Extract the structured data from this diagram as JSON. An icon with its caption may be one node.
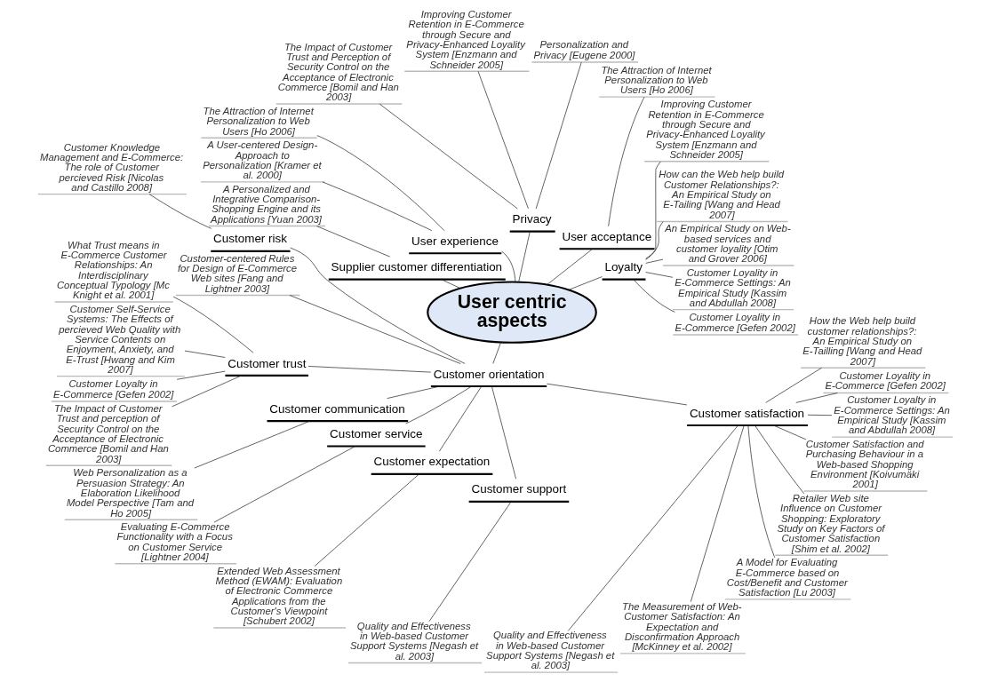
{
  "diagram": {
    "nodes": [
      {
        "text": [
          "User centric aspects"
        ]
      },
      {
        "text": [
          "Loyalty"
        ]
      },
      {
        "text": [
          "Customer Loyality in E-Commerce [Gefen 2002]"
        ]
      },
      {
        "text": [
          "Customer Loyality in E-Commerce Settings: An Empirical Study [Kassim and Abdullah 2008]"
        ]
      },
      {
        "text": [
          "An Empirical Study on Web-based services and customer loyality [Otim and Grover 2006]"
        ]
      },
      {
        "text": [
          "How can the Web help build Customer Relationships?: An Empirical Study on E-Tailing [Wang and Head 2007]"
        ]
      },
      {
        "text": [
          "Improving Customer Retention in E-Commerce through Secure and Privacy-Enhanced Loyality System [Enzmann and Schneider 2005]"
        ]
      },
      {
        "text": [
          "User acceptance"
        ]
      },
      {
        "text": [
          "The Attraction of Internet Personalization to Web Users [Ho 2006]"
        ]
      },
      {
        "text": [
          "Privacy"
        ]
      },
      {
        "text": [
          "Personalization and Privacy [Eugene 2000]"
        ]
      },
      {
        "text": [
          "Improving Customer Retention in E-Commerce through Secure and Privacy-Enhanced Loyality System [Enzmann and Schneider 2005]"
        ]
      },
      {
        "text": [
          "The Impact of Customer Trust and Perception of Security Control on the Acceptance of Electronic Commerce [Bomil and Han 2003]"
        ]
      },
      {
        "text": [
          "User experience"
        ]
      },
      {
        "text": [
          "The Attraction of Internet Personalization to Web Users [Ho 2006]"
        ]
      },
      {
        "text": [
          "A User-centered Design-Approach to Personalization [Kramer et al. 2000]"
        ]
      },
      {
        "text": [
          "Supplier customer differentiation"
        ]
      },
      {
        "text": [
          "A Personalized and Integrative Comparison-Shopping Engine and its Applications [Yuan 2003]"
        ]
      },
      {
        "text": [
          "Customer orientation"
        ]
      },
      {
        "text": [
          "Customer risk"
        ]
      },
      {
        "text": [
          "Customer Knowledge Management and E-Commerce: The role of Customer percieved Risk [Nicolas and Castillo 2008]"
        ]
      },
      {
        "text": [
          "Customer-centered Rules for Design of E-Commerce Web sites [Fang and Lightner 2003]"
        ]
      },
      {
        "text": [
          "Customer trust"
        ]
      },
      {
        "text": [
          "What Trust means in E-Commerce Customer Relationships: An Interdisciplinary Conceptual Typology [Mc Knight et al. 2001]"
        ]
      },
      {
        "text": [
          "Customer Self-Service Systems: The Effects of percieved Web Quality with Service Contents on Enjoyment, Anxiety, and E-Trust [Hwang and Kim 2007]"
        ]
      },
      {
        "text": [
          "Customer Loyalty in E-Commerce [Gefen 2002]"
        ]
      },
      {
        "text": [
          "The Impact of Customer Trust and perception of Security Control on the Acceptance of Electronic Commerce [Bomil and Han 2003]"
        ]
      },
      {
        "text": [
          "Customer communication"
        ]
      },
      {
        "text": [
          "Web Personalization as a Persuasion Strategy: An Elaboration Likelihood Model Perspective [Tam and Ho 2005]"
        ]
      },
      {
        "text": [
          "Customer service"
        ]
      },
      {
        "text": [
          "Evaluating E-Commerce Functionality with a Focus on Customer Service [Lightner 2004]"
        ]
      },
      {
        "text": [
          "Customer expectation"
        ]
      },
      {
        "text": [
          "Extended Web Assessment Method (EWAM): Evaluation of Electronic Commerce Applications from the Customer's Viewpoint [Schubert 2002]"
        ]
      },
      {
        "text": [
          "Customer support"
        ]
      },
      {
        "text": [
          "Quality and Effectiveness in Web-based Customer Support Systems [Negash et al. 2003]"
        ]
      },
      {
        "text": [
          "Customer satisfaction"
        ]
      },
      {
        "text": [
          "Quality and Effectiveness in Web-based Customer Support Systems [Negash et al. 2003]"
        ]
      },
      {
        "text": [
          "The Measurement of Web-Customer Satisfaction: An Expectation and Disconfirmation Approach [McKinney et al. 2002]"
        ]
      },
      {
        "text": [
          "A Model for Evaluating E-Commerce based on Cost/Benefit and Customer Satisfaction [Lu 2003]"
        ]
      },
      {
        "text": [
          "Retailer Web site Influence on Customer Shopping: Exploratory Study on Key Factors of Customer Satisfaction [Shim et al. 2002]"
        ]
      },
      {
        "text": [
          "Customer Satisfaction and Purchasing Behaviour in a Web-based Shopping Environment [Koivumäki 2001]"
        ]
      },
      {
        "text": [
          "Customer Loyalty in E-Commerce Settings: An Empirical Study [Kassim and Abdullah 2008]"
        ]
      },
      {
        "text": [
          "Customer Loyality in E-Commerce [Gefen 2002]"
        ]
      },
      {
        "text": [
          "How the Web help build customer relationships?: An Empirical Study on E-Tailling [Wang and Head 2007]"
        ]
      }
    ],
    "edges": [
      {
        "from": 0,
        "to": 1,
        "arrow": "none"
      },
      {
        "from": 1,
        "to": 2,
        "arrow": "none"
      },
      {
        "from": 1,
        "to": 3,
        "arrow": "none"
      },
      {
        "from": 1,
        "to": 4,
        "arrow": "none"
      },
      {
        "from": 1,
        "to": 5,
        "arrow": "none"
      },
      {
        "from": 1,
        "to": 6,
        "arrow": "none"
      },
      {
        "from": 0,
        "to": 7,
        "arrow": "none"
      },
      {
        "from": 7,
        "to": 8,
        "arrow": "none"
      },
      {
        "from": 0,
        "to": 9,
        "arrow": "none"
      },
      {
        "from": 9,
        "to": 10,
        "arrow": "none"
      },
      {
        "from": 9,
        "to": 11,
        "arrow": "none"
      },
      {
        "from": 9,
        "to": 12,
        "arrow": "none"
      },
      {
        "from": 0,
        "to": 13,
        "arrow": "none"
      },
      {
        "from": 13,
        "to": 14,
        "arrow": "none"
      },
      {
        "from": 13,
        "to": 15,
        "arrow": "none"
      },
      {
        "from": 0,
        "to": 16,
        "arrow": "none"
      },
      {
        "from": 16,
        "to": 17,
        "arrow": "none"
      },
      {
        "from": 0,
        "to": 18,
        "arrow": "none"
      },
      {
        "from": 18,
        "to": 19,
        "arrow": "none"
      },
      {
        "from": 19,
        "to": 20,
        "arrow": "none"
      },
      {
        "from": 18,
        "to": 21,
        "arrow": "none"
      },
      {
        "from": 18,
        "to": 22,
        "arrow": "none"
      },
      {
        "from": 22,
        "to": 23,
        "arrow": "none"
      },
      {
        "from": 22,
        "to": 24,
        "arrow": "none"
      },
      {
        "from": 22,
        "to": 25,
        "arrow": "none"
      },
      {
        "from": 22,
        "to": 26,
        "arrow": "none"
      },
      {
        "from": 18,
        "to": 27,
        "arrow": "none"
      },
      {
        "from": 27,
        "to": 28,
        "arrow": "none"
      },
      {
        "from": 18,
        "to": 29,
        "arrow": "none"
      },
      {
        "from": 29,
        "to": 30,
        "arrow": "none"
      },
      {
        "from": 18,
        "to": 31,
        "arrow": "none"
      },
      {
        "from": 31,
        "to": 32,
        "arrow": "none"
      },
      {
        "from": 18,
        "to": 33,
        "arrow": "none"
      },
      {
        "from": 33,
        "to": 34,
        "arrow": "none"
      },
      {
        "from": 18,
        "to": 35,
        "arrow": "none"
      },
      {
        "from": 35,
        "to": 36,
        "arrow": "none"
      },
      {
        "from": 35,
        "to": 37,
        "arrow": "none"
      },
      {
        "from": 35,
        "to": 38,
        "arrow": "none"
      },
      {
        "from": 35,
        "to": 39,
        "arrow": "none"
      },
      {
        "from": 35,
        "to": 40,
        "arrow": "none"
      },
      {
        "from": 35,
        "to": 41,
        "arrow": "none"
      },
      {
        "from": 35,
        "to": 42,
        "arrow": "none"
      },
      {
        "from": 35,
        "to": 43,
        "arrow": "none"
      }
    ]
  }
}
